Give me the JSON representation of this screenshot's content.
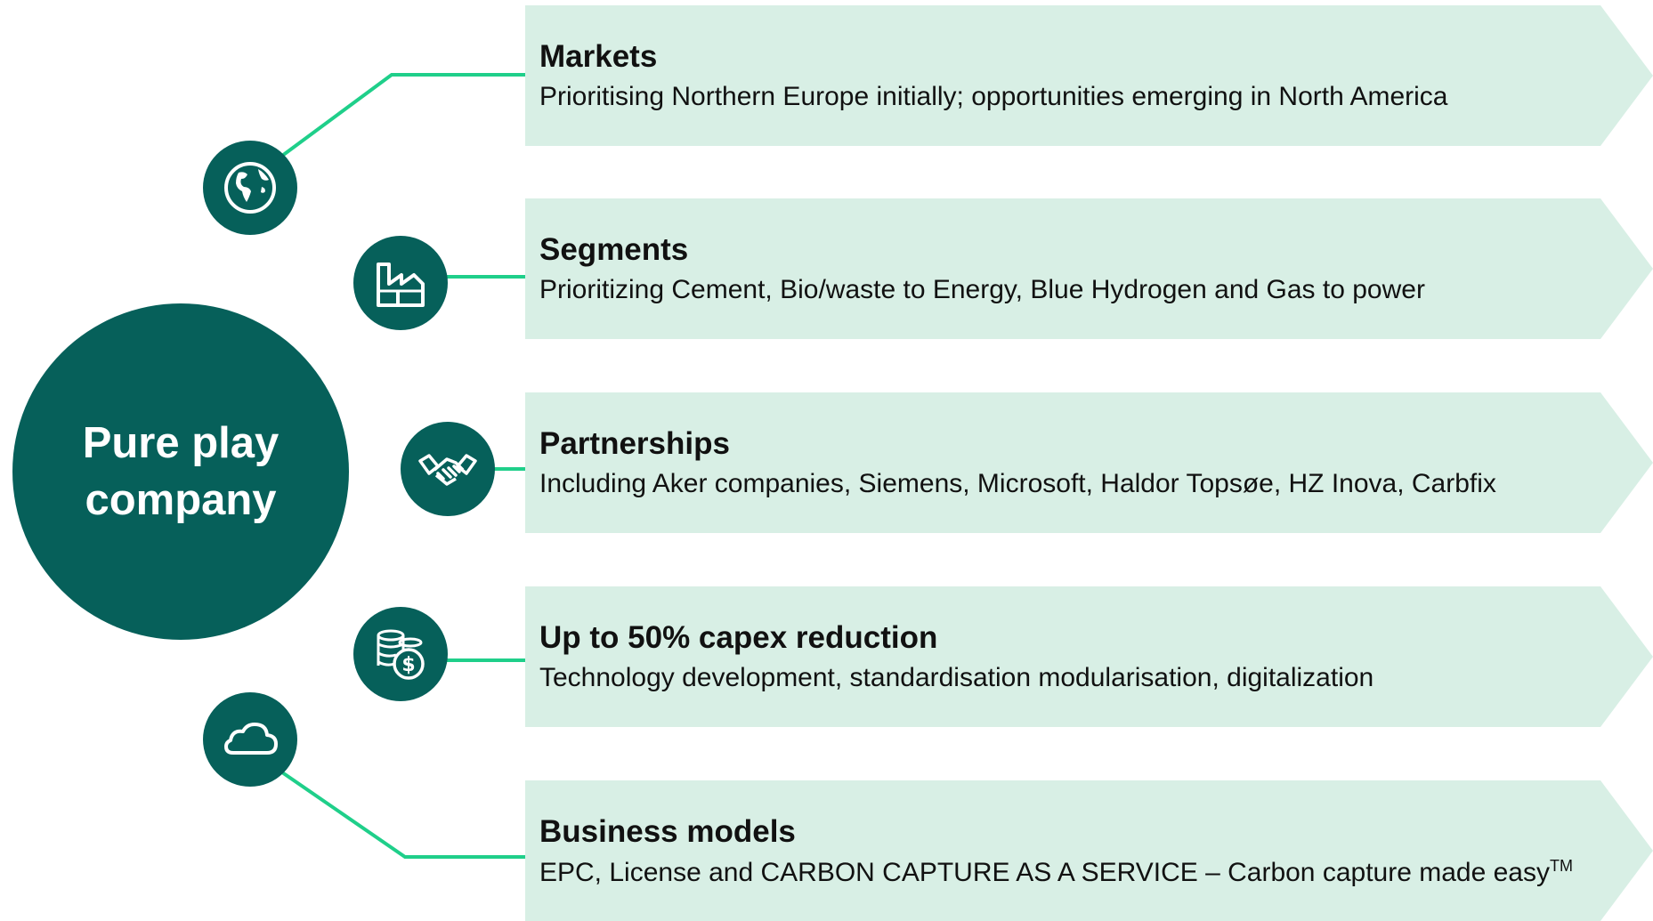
{
  "center": {
    "label": "Pure play company"
  },
  "colors": {
    "dark_teal": "#06605a",
    "connector_green": "#1fcf8a",
    "banner_bg": "#d8efe5"
  },
  "items": [
    {
      "icon": "globe-icon",
      "title": "Markets",
      "desc": "Prioritising Northern Europe initially; opportunities emerging in North America"
    },
    {
      "icon": "factory-icon",
      "title": "Segments",
      "desc": "Prioritizing Cement, Bio/waste to Energy, Blue Hydrogen and Gas to power"
    },
    {
      "icon": "handshake-icon",
      "title": "Partnerships",
      "desc": "Including Aker companies, Siemens, Microsoft, Haldor Topsøe, HZ Inova, Carbfix"
    },
    {
      "icon": "coins-dollar-icon",
      "title": "Up to 50% capex reduction",
      "desc": "Technology development, standardisation modularisation, digitalization"
    },
    {
      "icon": "cloud-icon",
      "title": "Business models",
      "desc": "EPC, License and CARBON CAPTURE AS A SERVICE – Carbon capture made easy",
      "desc_sup": "TM"
    }
  ]
}
